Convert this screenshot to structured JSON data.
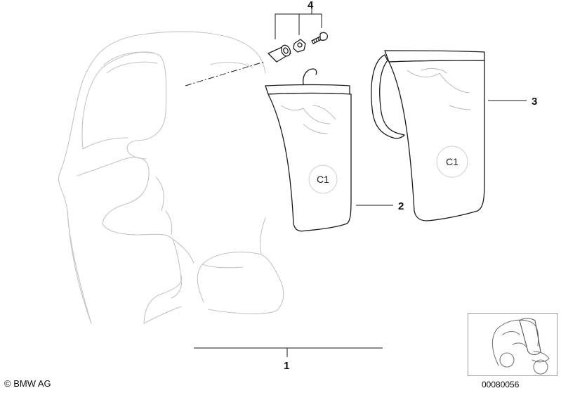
{
  "callouts": {
    "part1": "1",
    "part2": "2",
    "part3": "3",
    "part4": "4"
  },
  "badges": {
    "bag_small": "C1",
    "bag_large": "C1"
  },
  "footer": {
    "copyright": "© BMW AG",
    "drawing_number": "00080056"
  },
  "colors": {
    "line": "#1a1a1a",
    "outline": "#c4c4c4",
    "thumbnail_border": "#9a9a9a"
  }
}
